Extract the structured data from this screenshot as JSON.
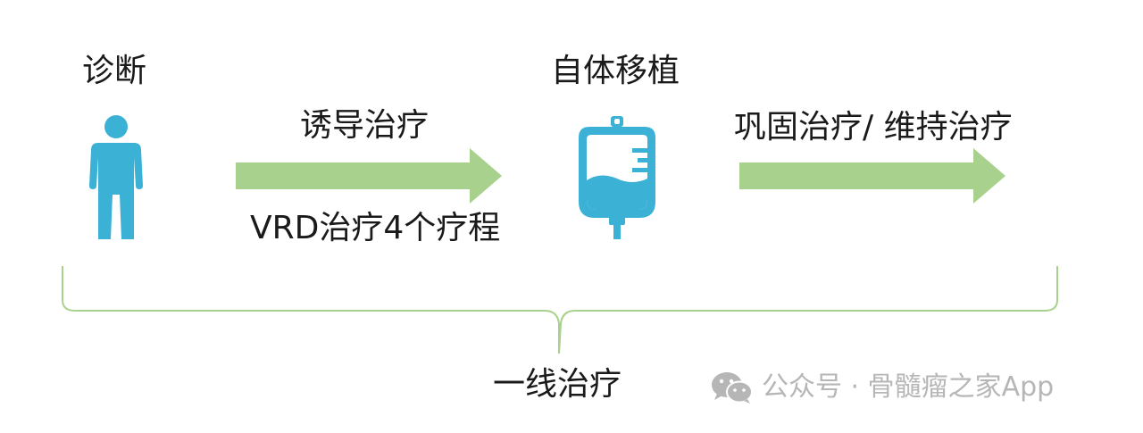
{
  "stages": {
    "diagnosis": "诊断",
    "induction": "诱导治疗",
    "induction_detail": "VRD治疗4个疗程",
    "transplant": "自体移植",
    "consolidation": "巩固治疗/ 维持治疗"
  },
  "bracket_label": "一线治疗",
  "watermark": {
    "text": "公众号 · 骨髓瘤之家App"
  },
  "icons": {
    "person": "person-icon",
    "iv_bag": "iv-bag-icon",
    "wechat": "wechat-logo-icon"
  },
  "colors": {
    "arrow_green": "#a9d18e",
    "bracket_green": "#a9d18e",
    "icon_blue": "#3bb1d6",
    "watermark_gray": "#b6b6b6"
  }
}
